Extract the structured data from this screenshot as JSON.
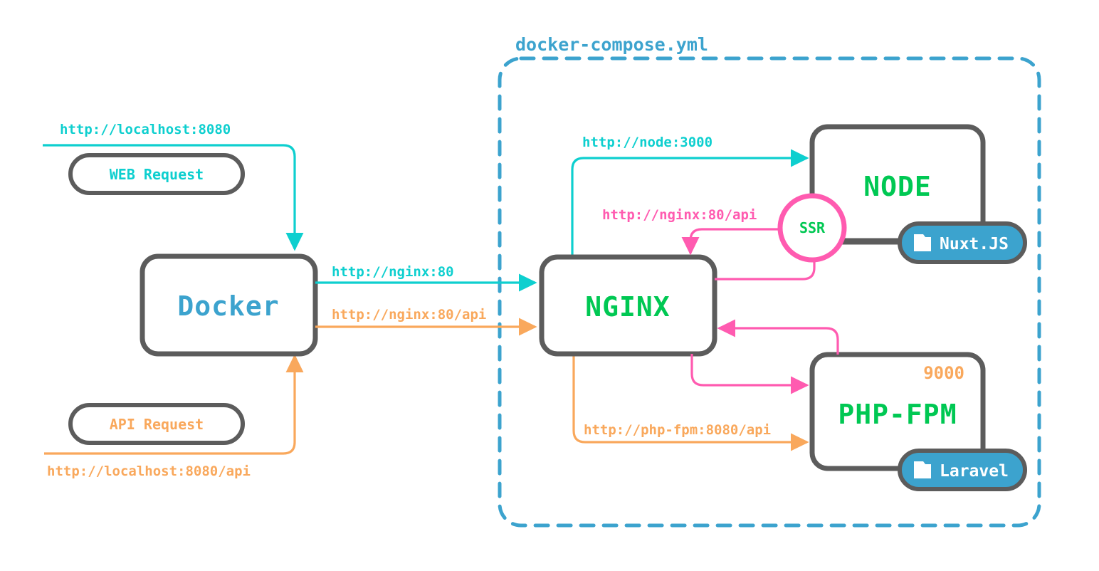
{
  "diagram": {
    "title": "docker-compose.yml",
    "colors": {
      "teal": "#0ECFCF",
      "orange": "#F9A85C",
      "pink": "#FF5BB0",
      "green": "#00C853",
      "blue": "#3CA3CE",
      "stroke_gray": "#5C5C5C",
      "background": "#FFFFFF"
    },
    "container": {
      "label": "docker-compose.yml",
      "border_style": "dashed",
      "border_color": "#3CA3CE"
    },
    "requests": [
      {
        "id": "web-request",
        "label": "WEB Request",
        "url": "http://localhost:8080",
        "color": "#0ECFCF"
      },
      {
        "id": "api-request",
        "label": "API Request",
        "url": "http://localhost:8080/api",
        "color": "#F9A85C"
      }
    ],
    "nodes": [
      {
        "id": "docker",
        "label": "Docker",
        "color": "#3CA3CE"
      },
      {
        "id": "nginx",
        "label": "NGINX",
        "color": "#00C853"
      },
      {
        "id": "node",
        "label": "NODE",
        "color": "#00C853"
      },
      {
        "id": "php-fpm",
        "label": "PHP-FPM",
        "color": "#00C853",
        "port": "9000"
      }
    ],
    "ssr": {
      "label": "SSR",
      "color": "#00C853",
      "ring_color": "#FF5BB0"
    },
    "badges": [
      {
        "id": "nuxt",
        "label": "Nuxt.JS",
        "icon": "folder-icon",
        "color": "#3CA3CE"
      },
      {
        "id": "laravel",
        "label": "Laravel",
        "icon": "folder-icon",
        "color": "#3CA3CE"
      }
    ],
    "edges": [
      {
        "id": "docker-to-nginx",
        "label": "http://nginx:80",
        "color": "#0ECFCF"
      },
      {
        "id": "docker-to-nginx-api",
        "label": "http://nginx:80/api",
        "color": "#F9A85C"
      },
      {
        "id": "nginx-to-node",
        "label": "http://node:3000",
        "color": "#0ECFCF"
      },
      {
        "id": "ssr-to-nginx",
        "label": "http://nginx:80/api",
        "color": "#FF5BB0"
      },
      {
        "id": "nginx-to-php-fpm",
        "label": "http://php-fpm:8080/api",
        "color": "#F9A85C"
      },
      {
        "id": "nginx-to-ssr",
        "label": "",
        "color": "#FF5BB0"
      },
      {
        "id": "php-fpm-to-nginx",
        "label": "",
        "color": "#FF5BB0"
      },
      {
        "id": "nginx-api-to-php-fpm",
        "label": "",
        "color": "#FF5BB0"
      }
    ]
  }
}
